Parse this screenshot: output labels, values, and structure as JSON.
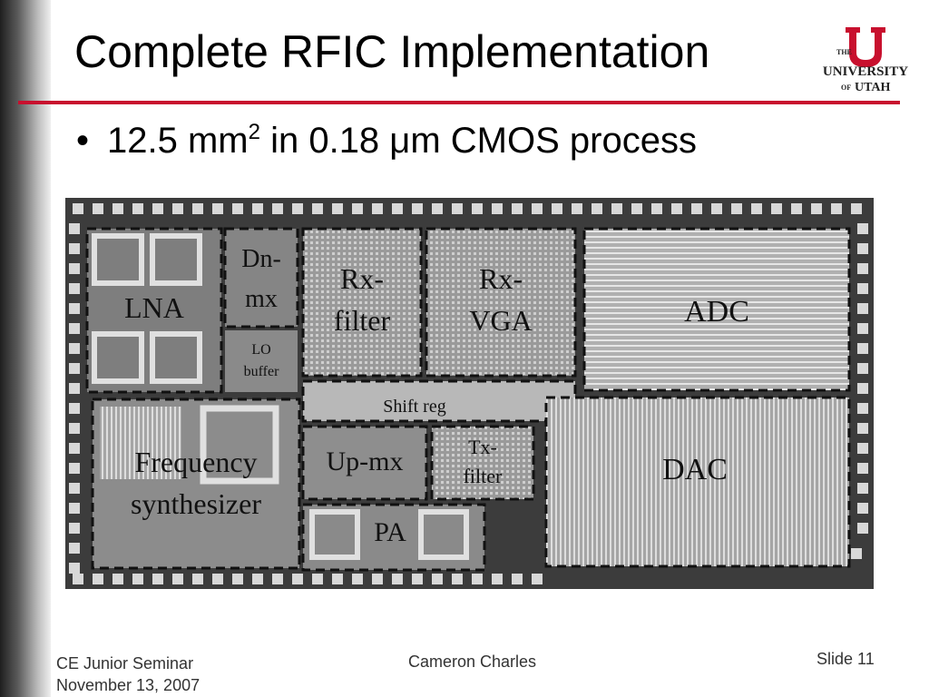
{
  "slide": {
    "title": "Complete RFIC Implementation",
    "bullet": {
      "value": "12.5 mm",
      "superscript": "2",
      "rest": " in 0.18 μm CMOS process"
    },
    "logo": {
      "the": "THE",
      "university": "UNIVERSITY",
      "of": "OF",
      "utah": "UTAH",
      "letter": "U",
      "color": "#c8102e"
    },
    "footer": {
      "course": "CE Junior Seminar",
      "date": "November 13, 2007",
      "author": "Cameron Charles",
      "slide_number": "Slide 11"
    }
  },
  "die_blocks": {
    "lna": "LNA",
    "dn_mx_1": "Dn-",
    "dn_mx_2": "mx",
    "lo_buffer_1": "LO",
    "lo_buffer_2": "buffer",
    "rx_filter_1": "Rx-",
    "rx_filter_2": "filter",
    "rx_vga_1": "Rx-",
    "rx_vga_2": "VGA",
    "adc": "ADC",
    "shift_reg": "Shift reg",
    "freq_synth_1": "Frequency",
    "freq_synth_2": "synthesizer",
    "up_mx": "Up-mx",
    "tx_filter_1": "Tx-",
    "tx_filter_2": "filter",
    "pa": "PA",
    "dac": "DAC"
  },
  "colors": {
    "accent_red": "#c8102e",
    "die_background": "#3a3a3a",
    "pad": "#d8d8d8"
  }
}
